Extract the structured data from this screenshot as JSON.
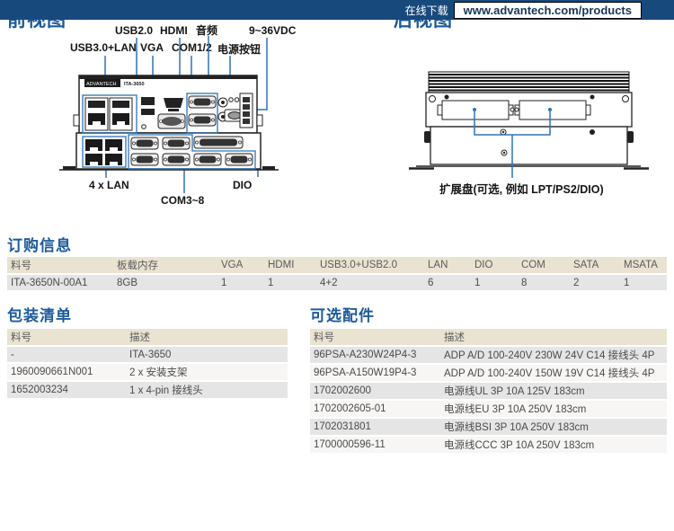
{
  "front_view": {
    "title": "前视图",
    "logo_brand": "ADVANTECH",
    "logo_model": "ITA-3650",
    "labels": {
      "usb20": "USB2.0",
      "hdmi": "HDMI",
      "audio": "音频",
      "dc_input": "9~36VDC",
      "usb30_lan": "USB3.0+LAN",
      "vga": "VGA",
      "com12": "COM1/2",
      "power_button": "电源按钮",
      "lan4": "4 x LAN",
      "com38": "COM3~8",
      "dio": "DIO"
    }
  },
  "rear_view": {
    "title": "后视图",
    "expansion_label": "扩展盘(可选, 例如 LPT/PS2/DIO)"
  },
  "ordering_info": {
    "title": "订购信息",
    "headers": [
      "料号",
      "板载内存",
      "VGA",
      "HDMI",
      "USB3.0+USB2.0",
      "LAN",
      "DIO",
      "COM",
      "SATA",
      "MSATA"
    ],
    "rows": [
      [
        "ITA-3650N-00A1",
        "8GB",
        "1",
        "1",
        "4+2",
        "6",
        "1",
        "8",
        "2",
        "1"
      ]
    ]
  },
  "packing_list": {
    "title": "包装清单",
    "headers": [
      "料号",
      "描述"
    ],
    "rows": [
      [
        "-",
        "ITA-3650"
      ],
      [
        "1960090661N001",
        "2 x 安装支架"
      ],
      [
        "1652003234",
        "1 x 4-pin 接线头"
      ]
    ]
  },
  "accessories": {
    "title": "可选配件",
    "headers": [
      "料号",
      "描述"
    ],
    "rows": [
      [
        "96PSA-A230W24P4-3",
        "ADP A/D 100-240V 230W 24V C14 接线头 4P"
      ],
      [
        "96PSA-A150W19P4-3",
        "ADP A/D 100-240V 150W 19V C14 接线头 4P"
      ],
      [
        "1702002600",
        "电源线UL 3P 10A 125V 183cm"
      ],
      [
        "1702002605-01",
        "电源线EU 3P 10A 250V 183cm"
      ],
      [
        "1702031801",
        "电源线BSI 3P 10A 250V 183cm"
      ],
      [
        "1700000596-11",
        "电源线CCC 3P 10A 250V 183cm"
      ]
    ]
  },
  "footer": {
    "download_label": "在线下载",
    "url": "www.advantech.com/products"
  },
  "colors": {
    "accent_blue": "#1d5a9b",
    "leader_blue": "#2e74b5",
    "table_header_bg": "#eae3d2",
    "row_gray": "#e5e5e5",
    "row_light": "#f7f6f4",
    "footer_bg": "#17497d"
  }
}
